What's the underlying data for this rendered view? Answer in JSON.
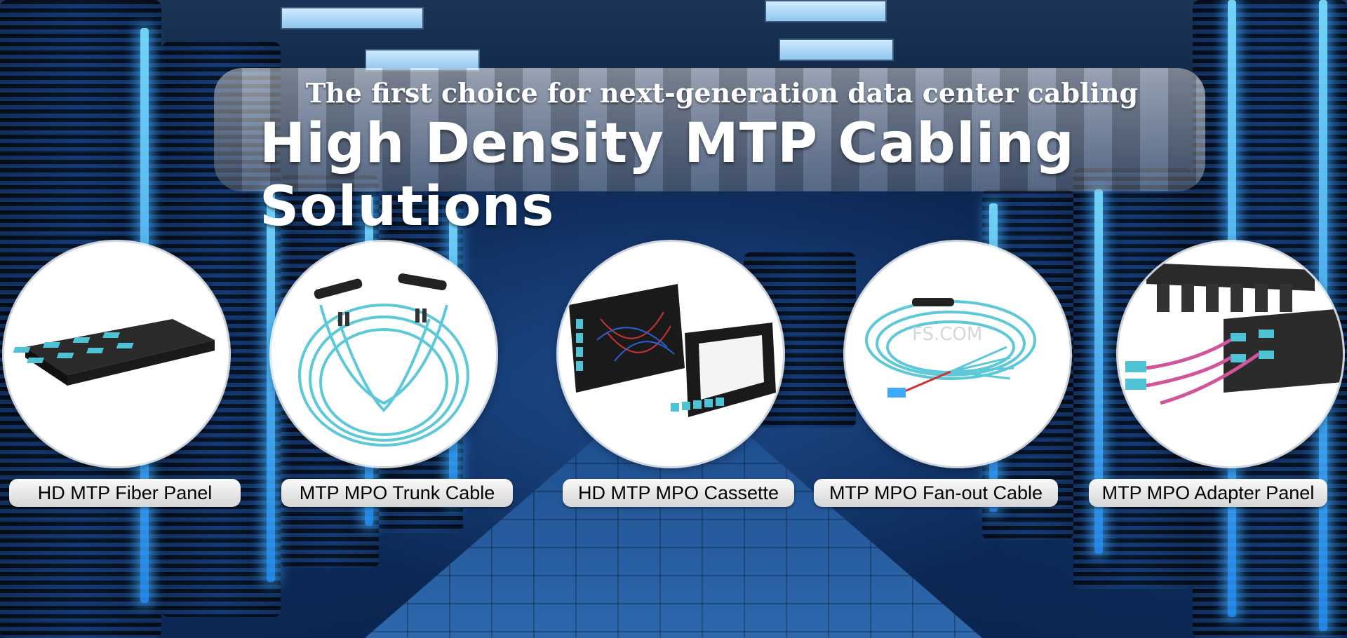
{
  "banner": {
    "subtitle": "The first choice for next-generation data center cabling",
    "title": "High Density MTP Cabling Solutions"
  },
  "products": [
    {
      "label": "HD MTP Fiber Panel",
      "icon": "fiber-panel-icon"
    },
    {
      "label": "MTP MPO Trunk Cable",
      "icon": "trunk-cable-icon"
    },
    {
      "label": "HD MTP MPO Cassette",
      "icon": "cassette-icon"
    },
    {
      "label": "MTP MPO Fan-out Cable",
      "icon": "fanout-cable-icon"
    },
    {
      "label": "MTP MPO Adapter Panel",
      "icon": "adapter-panel-icon"
    }
  ],
  "watermark": "FS.COM",
  "colors": {
    "aqua": "#4fc3d6",
    "pink": "#d0559a",
    "rack_glow": "#3fa9ff"
  }
}
